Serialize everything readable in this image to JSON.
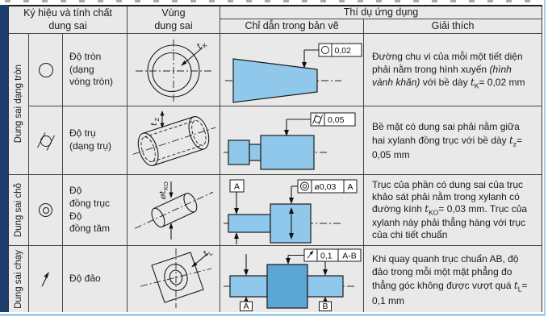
{
  "colors": {
    "navy_bar": "#1c3e6e",
    "part_blue": "#8fc8ea",
    "part_blue_dark": "#5ba6d4",
    "rule_blue": "#a9cce9",
    "cell_bg": "#e9e9e9"
  },
  "header": {
    "col1_line1": "Ký hiệu và tính chất",
    "col1_line2": "dung sai",
    "col2_line1": "Vùng",
    "col2_line2": "dung sai",
    "example": "Thí dụ ứng dụng",
    "indication": "Chỉ dẫn trong bản vẽ",
    "explanation": "Giải thích"
  },
  "groups": [
    {
      "label": "Dung sai dạng tròn"
    },
    {
      "label": "Dung sai chỗ"
    },
    {
      "label": "Dung sai chạy"
    }
  ],
  "rows": [
    {
      "name_lines": [
        "Độ tròn",
        "(dạng",
        "vòng tròn)"
      ],
      "symbol": "circularity-icon",
      "zone_label": {
        "main": "t",
        "sub": "K"
      },
      "fcf": {
        "value": "0,02"
      },
      "exp": {
        "a": "Đường chu vi của mỗi một tiết diện phải nằm trong hình xuyến ",
        "b": "(hình vành khăn)",
        "c": " với bề dày ",
        "t": "t",
        "tsub": "K",
        "d": "= 0,02 mm"
      }
    },
    {
      "name_lines": [
        "Độ trụ",
        "(dạng trụ)"
      ],
      "symbol": "cylindricity-icon",
      "zone_label": {
        "main": "t",
        "sub": "Z"
      },
      "fcf": {
        "value": "0,05"
      },
      "exp": {
        "a": "Bề mặt có dung sai phải nằm giữa hai xylanh đồng trục với bề dày ",
        "t": "t",
        "tsub": "z",
        "d": "= 0,05 mm"
      }
    },
    {
      "name_lines": [
        "Độ",
        "đồng trục",
        "Độ",
        "đồng tâm"
      ],
      "symbol": "concentricity-icon",
      "zone_label": {
        "main": "øt",
        "sub": "KO"
      },
      "fcf": {
        "value": "ø0,03",
        "datum": "A"
      },
      "datum_box": "A",
      "exp": {
        "a": "Trục của phần có dung sai của trục khảo sát phải nằm trong xylanh có đường kính ",
        "t": "t",
        "tsub": "KO",
        "d": "= 0,03 mm. Trục của xylanh này phải thẳng hàng với trục của chi tiết chuẩn"
      }
    },
    {
      "name_lines": [
        "Độ đảo"
      ],
      "symbol": "runout-icon",
      "zone_label": {
        "main": "t",
        "sub": "L"
      },
      "fcf": {
        "value": "0,1",
        "datum": "A-B"
      },
      "datum_a": "A",
      "datum_b": "B",
      "exp": {
        "a": "Khi quay quanh trục chuẩn AB, độ đảo trong mỗi một mặt phẳng đo thẳng góc không được vượt quá ",
        "t": "t",
        "tsub": "L",
        "d": "= 0,1 mm"
      }
    }
  ]
}
